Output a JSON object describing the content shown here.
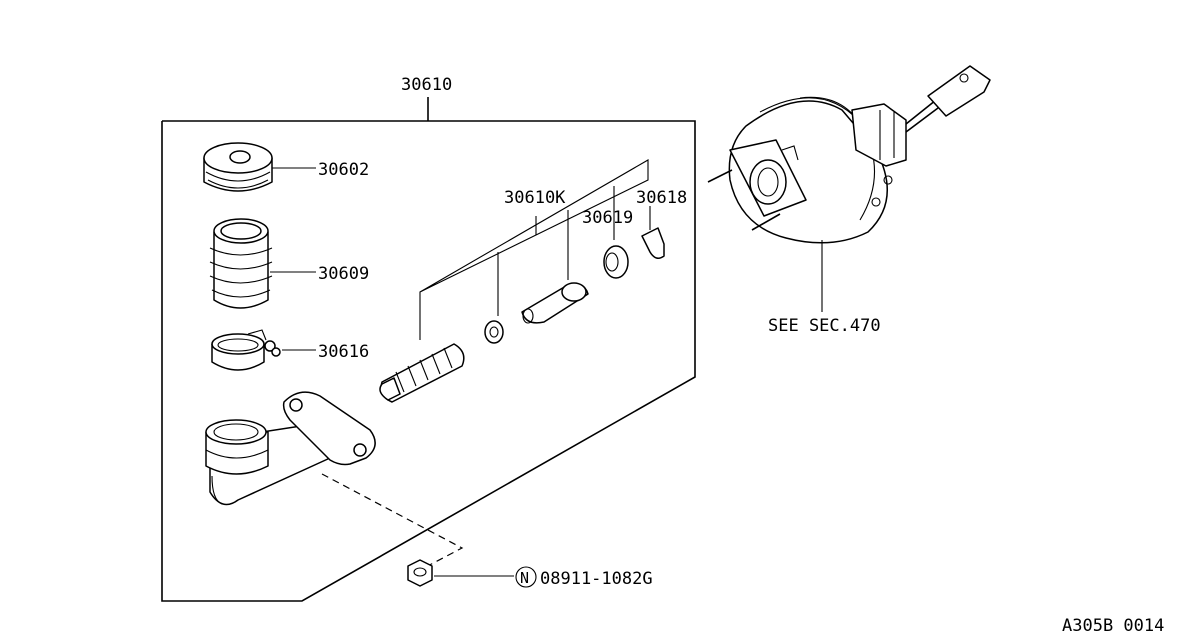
{
  "labels": {
    "assembly": "30610",
    "reservoir_cap": "30602",
    "reservoir": "30609",
    "clamp": "30616",
    "piston_kit": "30610K",
    "seal": "30619",
    "boot": "30618",
    "booster_ref": "SEE SEC.470",
    "nut_prefix": "N",
    "nut": "08911-1082G",
    "drawing_id": "A305B 0014"
  }
}
